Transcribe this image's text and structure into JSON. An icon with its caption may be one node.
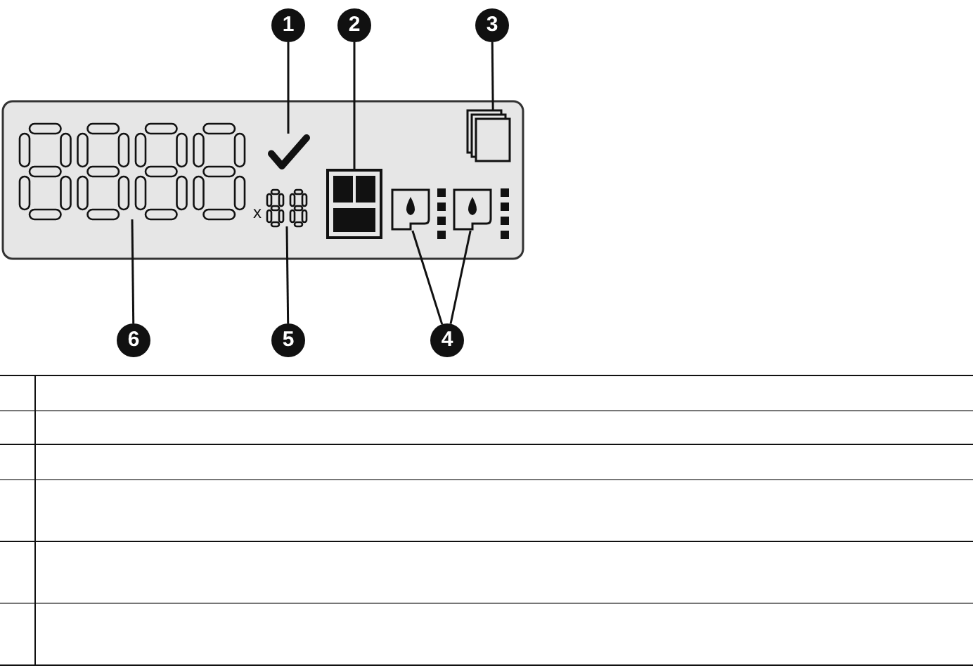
{
  "diagram": {
    "nodes": [
      {
        "text": [
          "1"
        ]
      },
      {
        "text": [
          "2"
        ]
      },
      {
        "text": [
          "3"
        ]
      },
      {
        "text": [
          "4"
        ]
      },
      {
        "text": [
          "5"
        ]
      },
      {
        "text": [
          "6"
        ]
      },
      {
        "text": [],
        "shape": "check"
      },
      {
        "text": [],
        "shape": "box"
      },
      {
        "text": [],
        "shape": "stack"
      },
      {
        "text": [],
        "shape": "drop"
      },
      {
        "text": [],
        "shape": "drop"
      },
      {
        "text": [],
        "shape": "digits"
      },
      {
        "text": [],
        "shape": "digits"
      }
    ],
    "edges": [
      {
        "from": 0,
        "to": 6,
        "arrow": "none"
      },
      {
        "from": 1,
        "to": 7,
        "arrow": "none"
      },
      {
        "from": 2,
        "to": 8,
        "arrow": "none"
      },
      {
        "from": 3,
        "to": 9,
        "arrow": "none"
      },
      {
        "from": 3,
        "to": 10,
        "arrow": "none"
      },
      {
        "from": 4,
        "to": 12,
        "arrow": "none"
      },
      {
        "from": 5,
        "to": 11,
        "arrow": "none"
      }
    ],
    "labels": [
      "x"
    ]
  }
}
